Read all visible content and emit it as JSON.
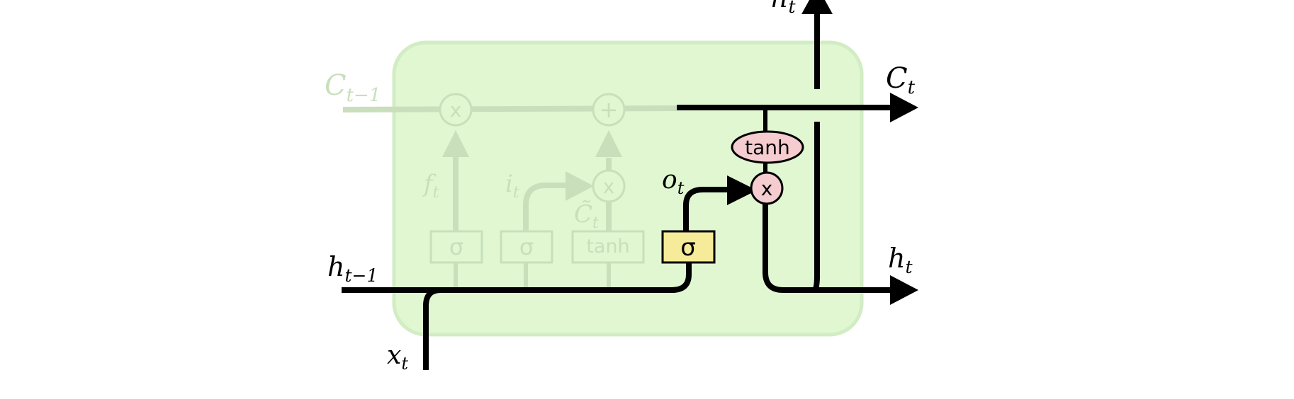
{
  "colors": {
    "cell_fill": "#e0f7d2",
    "cell_stroke": "#d2ecc4",
    "faded": "#c9dfbc",
    "faded_text": "#c9dfbc",
    "active": "#000000",
    "sigma_fill": "#f6eb98",
    "pointwise_fill": "#f5cccf",
    "arrow": "#000000"
  },
  "labels": {
    "c_prev": {
      "base": "C",
      "sub": "t−1"
    },
    "c_out": {
      "base": "C",
      "sub": "t"
    },
    "h_prev": {
      "base": "h",
      "sub": "t−1"
    },
    "h_out_right": {
      "base": "h",
      "sub": "t"
    },
    "h_out_top": {
      "base": "h",
      "sub": "t"
    },
    "x_in": {
      "base": "x",
      "sub": "t"
    },
    "f_gate": {
      "base": "f",
      "sub": "t"
    },
    "i_gate": {
      "base": "i",
      "sub": "t"
    },
    "c_tilde": {
      "base": "C̃",
      "sub": "t"
    },
    "o_gate": {
      "base": "o",
      "sub": "t"
    }
  },
  "ops": {
    "multiply": "x",
    "add": "+",
    "sigma": "σ",
    "tanh": "tanh"
  }
}
